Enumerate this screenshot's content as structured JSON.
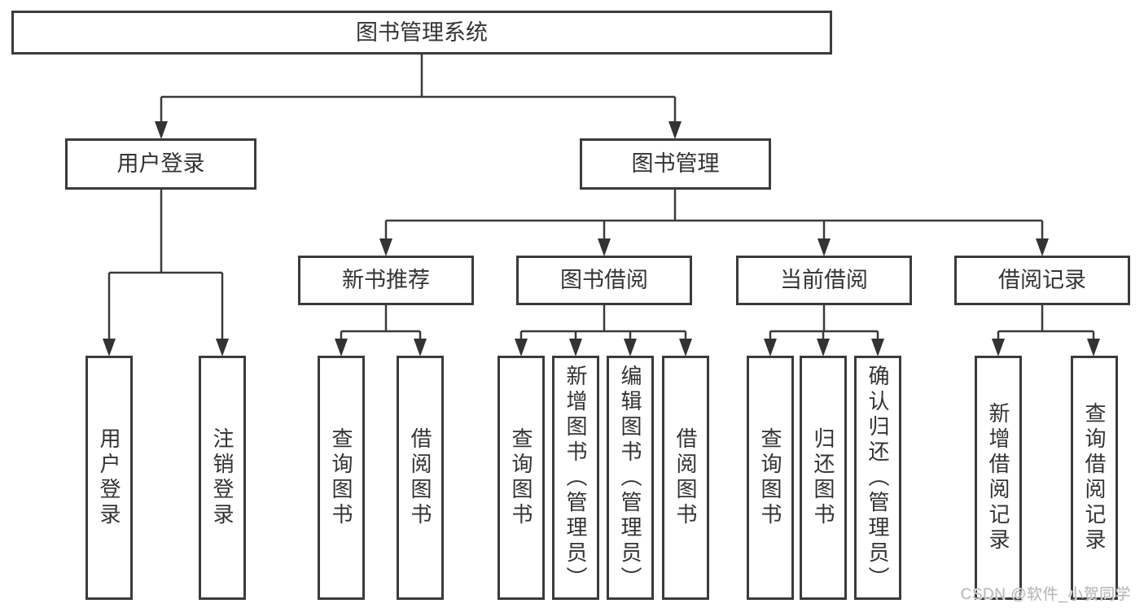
{
  "tree": {
    "root": {
      "label": "图书管理系统"
    },
    "branches": [
      {
        "label": "用户登录",
        "children": [
          {
            "label": "用户登录"
          },
          {
            "label": "注销登录"
          }
        ]
      },
      {
        "label": "图书管理",
        "children": [
          {
            "label": "新书推荐",
            "children": [
              {
                "label": "查询图书"
              },
              {
                "label": "借阅图书"
              }
            ]
          },
          {
            "label": "图书借阅",
            "children": [
              {
                "label": "查询图书"
              },
              {
                "label": "新增图书（管理员）"
              },
              {
                "label": "编辑图书（管理员）"
              },
              {
                "label": "借阅图书"
              }
            ]
          },
          {
            "label": "当前借阅",
            "children": [
              {
                "label": "查询图书"
              },
              {
                "label": "归还图书"
              },
              {
                "label": "确认归还（管理员）"
              }
            ]
          },
          {
            "label": "借阅记录",
            "children": [
              {
                "label": "新增借阅记录"
              },
              {
                "label": "查询借阅记录"
              }
            ]
          }
        ]
      }
    ]
  },
  "watermark": {
    "text": "CSDN @软件_小贺同学"
  },
  "colors": {
    "line": "#3a3a3a",
    "box_border": "#3b3b3b",
    "text": "#333333",
    "watermark": "#b9b9b9",
    "background": "#ffffff"
  }
}
